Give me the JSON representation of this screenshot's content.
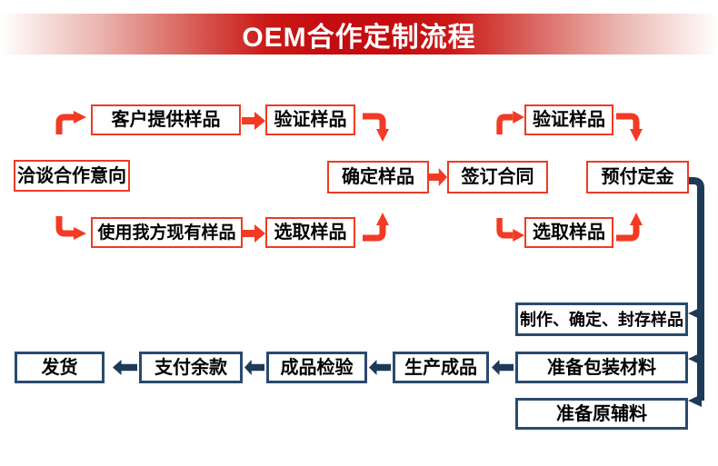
{
  "banner": {
    "title": "OEM合作定制流程"
  },
  "boxes": {
    "negotiate": "洽谈合作意向",
    "customer_sample": "客户提供样品",
    "verify_sample_1": "验证样品",
    "use_our_sample": "使用我方现有样品",
    "select_sample_1": "选取样品",
    "confirm_sample": "确定样品",
    "sign_contract": "签订合同",
    "verify_sample_2": "验证样品",
    "select_sample_2": "选取样品",
    "prepay_deposit": "预付定金",
    "make_confirm_seal_sample": "制作、确定、封存样品",
    "prepare_packaging": "准备包装材料",
    "prepare_raw_materials": "准备原辅料",
    "produce_goods": "生产成品",
    "inspect_goods": "成品检验",
    "pay_balance": "支付余款",
    "ship": "发货"
  },
  "icons": {
    "right-arrow-icon": "➡",
    "left-arrow-icon": "⬅",
    "elbow-up-right-arrow-icon": "⮥",
    "elbow-down-right-arrow-icon": "⮧",
    "elbow-right-down-arrow-icon": "⮡",
    "elbow-right-up-arrow-icon": "⮣",
    "connector-elbow-line": "┐"
  },
  "colors": {
    "banner_red": "#c40d10",
    "arrow_red": "#f23a25",
    "red_box_border": "#ee3b24",
    "navy": "#1d3a58",
    "navy_box_border": "#2a4a6e",
    "text": "#000000",
    "background": "#ffffff"
  }
}
